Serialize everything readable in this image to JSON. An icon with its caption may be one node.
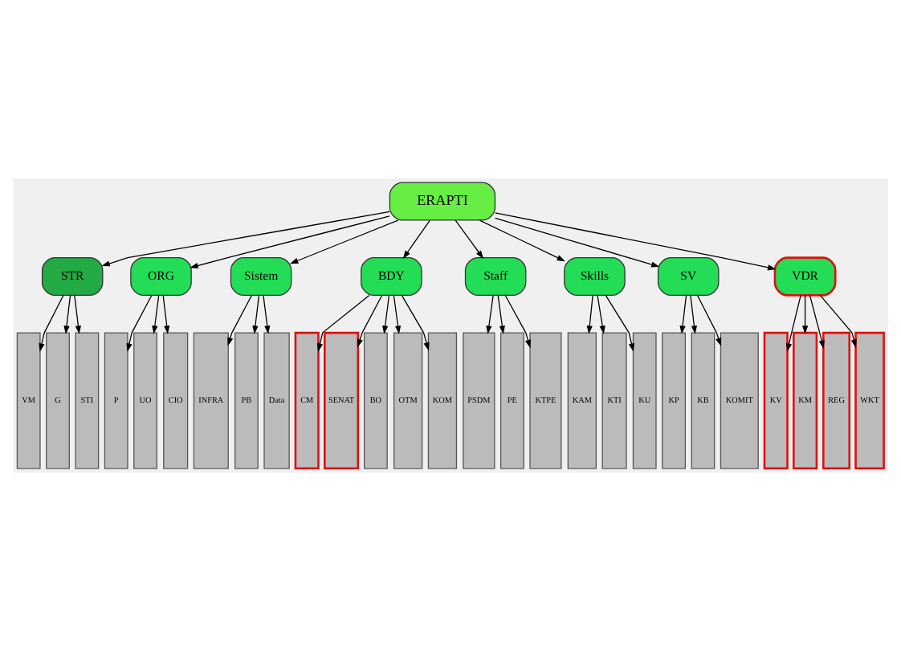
{
  "diagram": {
    "nodes": [
      {
        "text": [
          "ERAPTI"
        ]
      },
      {
        "text": [
          "STR"
        ]
      },
      {
        "text": [
          "ORG"
        ]
      },
      {
        "text": [
          "Sistem"
        ]
      },
      {
        "text": [
          "BDY"
        ]
      },
      {
        "text": [
          "Staff"
        ]
      },
      {
        "text": [
          "Skills"
        ]
      },
      {
        "text": [
          "SV"
        ]
      },
      {
        "text": [
          "VDR"
        ]
      },
      {
        "text": [
          "VM"
        ]
      },
      {
        "text": [
          "G"
        ]
      },
      {
        "text": [
          "STI"
        ]
      },
      {
        "text": [
          "P"
        ]
      },
      {
        "text": [
          "UO"
        ]
      },
      {
        "text": [
          "CIO"
        ]
      },
      {
        "text": [
          "INFRA"
        ]
      },
      {
        "text": [
          "PB"
        ]
      },
      {
        "text": [
          "Data"
        ]
      },
      {
        "text": [
          "CM"
        ]
      },
      {
        "text": [
          "SENAT"
        ]
      },
      {
        "text": [
          "BO"
        ]
      },
      {
        "text": [
          "OTM"
        ]
      },
      {
        "text": [
          "KOM"
        ]
      },
      {
        "text": [
          "PSDM"
        ]
      },
      {
        "text": [
          "PE"
        ]
      },
      {
        "text": [
          "KTPE"
        ]
      },
      {
        "text": [
          "KAM"
        ]
      },
      {
        "text": [
          "KTI"
        ]
      },
      {
        "text": [
          "KU"
        ]
      },
      {
        "text": [
          "KP"
        ]
      },
      {
        "text": [
          "KB"
        ]
      },
      {
        "text": [
          "KOMIT"
        ]
      },
      {
        "text": [
          "KV"
        ]
      },
      {
        "text": [
          "KM"
        ]
      },
      {
        "text": [
          "REG"
        ]
      },
      {
        "text": [
          "WKT"
        ]
      }
    ],
    "edges": [
      {
        "from": 0,
        "to": 1,
        "arrow": "to"
      },
      {
        "from": 0,
        "to": 2,
        "arrow": "to"
      },
      {
        "from": 0,
        "to": 3,
        "arrow": "to"
      },
      {
        "from": 0,
        "to": 4,
        "arrow": "to"
      },
      {
        "from": 0,
        "to": 5,
        "arrow": "to"
      },
      {
        "from": 0,
        "to": 6,
        "arrow": "to"
      },
      {
        "from": 0,
        "to": 7,
        "arrow": "to"
      },
      {
        "from": 0,
        "to": 8,
        "arrow": "to"
      },
      {
        "from": 1,
        "to": 9,
        "arrow": "to"
      },
      {
        "from": 1,
        "to": 10,
        "arrow": "to"
      },
      {
        "from": 1,
        "to": 11,
        "arrow": "to"
      },
      {
        "from": 2,
        "to": 12,
        "arrow": "to"
      },
      {
        "from": 2,
        "to": 13,
        "arrow": "to"
      },
      {
        "from": 2,
        "to": 14,
        "arrow": "to"
      },
      {
        "from": 3,
        "to": 15,
        "arrow": "to"
      },
      {
        "from": 3,
        "to": 16,
        "arrow": "to"
      },
      {
        "from": 3,
        "to": 17,
        "arrow": "to"
      },
      {
        "from": 4,
        "to": 18,
        "arrow": "to"
      },
      {
        "from": 4,
        "to": 19,
        "arrow": "to"
      },
      {
        "from": 4,
        "to": 20,
        "arrow": "to"
      },
      {
        "from": 4,
        "to": 21,
        "arrow": "to"
      },
      {
        "from": 4,
        "to": 22,
        "arrow": "to"
      },
      {
        "from": 5,
        "to": 23,
        "arrow": "to"
      },
      {
        "from": 5,
        "to": 24,
        "arrow": "to"
      },
      {
        "from": 5,
        "to": 25,
        "arrow": "to"
      },
      {
        "from": 6,
        "to": 26,
        "arrow": "to"
      },
      {
        "from": 6,
        "to": 27,
        "arrow": "to"
      },
      {
        "from": 6,
        "to": 28,
        "arrow": "to"
      },
      {
        "from": 7,
        "to": 29,
        "arrow": "to"
      },
      {
        "from": 7,
        "to": 30,
        "arrow": "to"
      },
      {
        "from": 7,
        "to": 31,
        "arrow": "to"
      },
      {
        "from": 8,
        "to": 32,
        "arrow": "to"
      },
      {
        "from": 8,
        "to": 33,
        "arrow": "to"
      },
      {
        "from": 8,
        "to": 34,
        "arrow": "to"
      },
      {
        "from": 8,
        "to": 35,
        "arrow": "to"
      }
    ]
  }
}
